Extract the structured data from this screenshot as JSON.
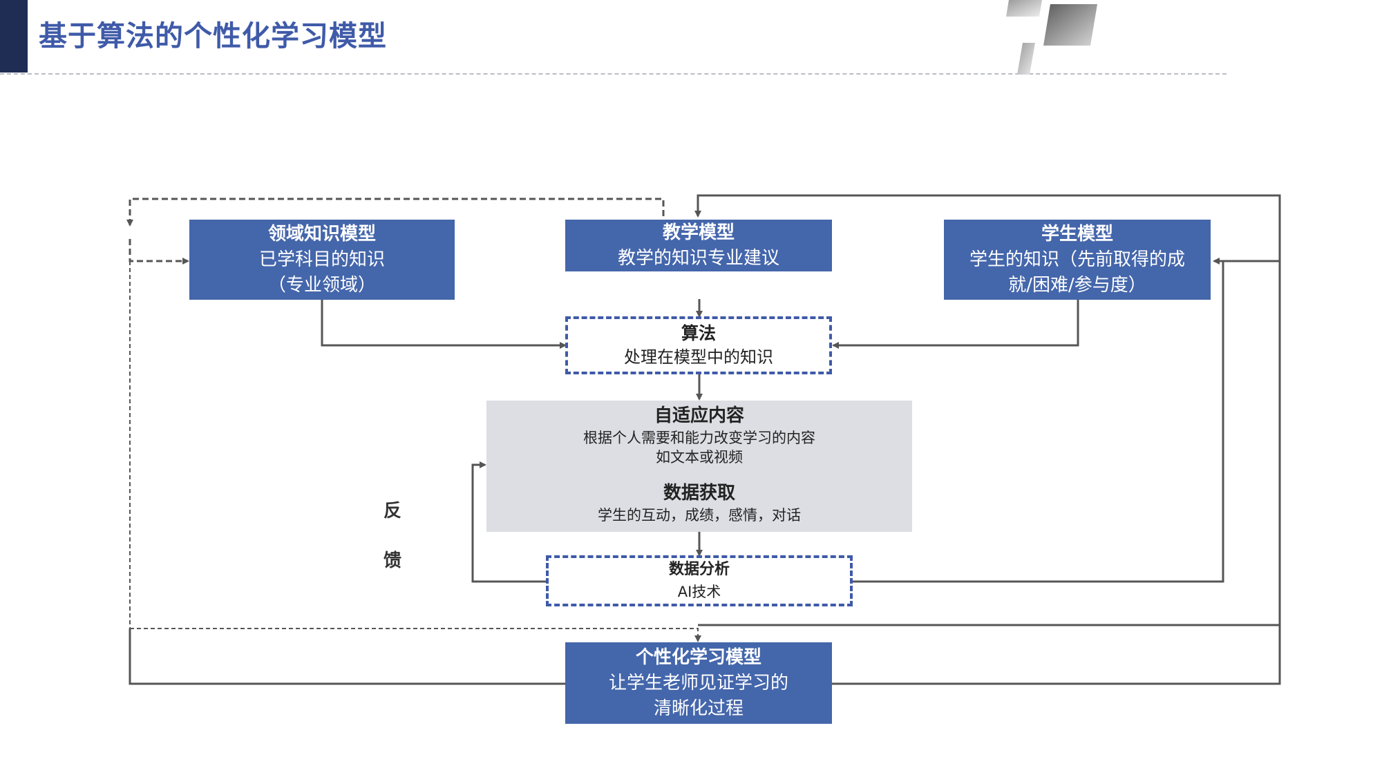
{
  "header": {
    "title": "基于算法的个性化学习模型"
  },
  "nodes": {
    "domain_model": {
      "title": "领域知识模型",
      "line1": "已学科目的知识",
      "line2": "（专业领域）"
    },
    "teaching_model": {
      "title": "教学模型",
      "line1": "教学的知识专业建议"
    },
    "student_model": {
      "title": "学生模型",
      "line1": "学生的知识（先前取得的成",
      "line2": "就/困难/参与度）"
    },
    "algorithm": {
      "title": "算法",
      "line1": "处理在模型中的知识"
    },
    "adaptive_content": {
      "title": "自适应内容",
      "line1": "根据个人需要和能力改变学习的内容",
      "line2": "如文本或视频"
    },
    "data_acquisition": {
      "title": "数据获取",
      "line1": "学生的互动，成绩，感情，对话"
    },
    "data_analysis": {
      "title": "数据分析",
      "line1": "AI技术"
    },
    "personalized_model": {
      "title": "个性化学习模型",
      "line1": "让学生老师见证学习的",
      "line2": "清晰化过程"
    }
  },
  "feedback_label": {
    "char1": "反",
    "char2": "馈"
  },
  "colors": {
    "title_blue": "#3f5aa8",
    "box_blue": "#4466ab",
    "dark_bar": "#1f2d54",
    "gray_box": "#dcdee3",
    "line": "#555555"
  }
}
